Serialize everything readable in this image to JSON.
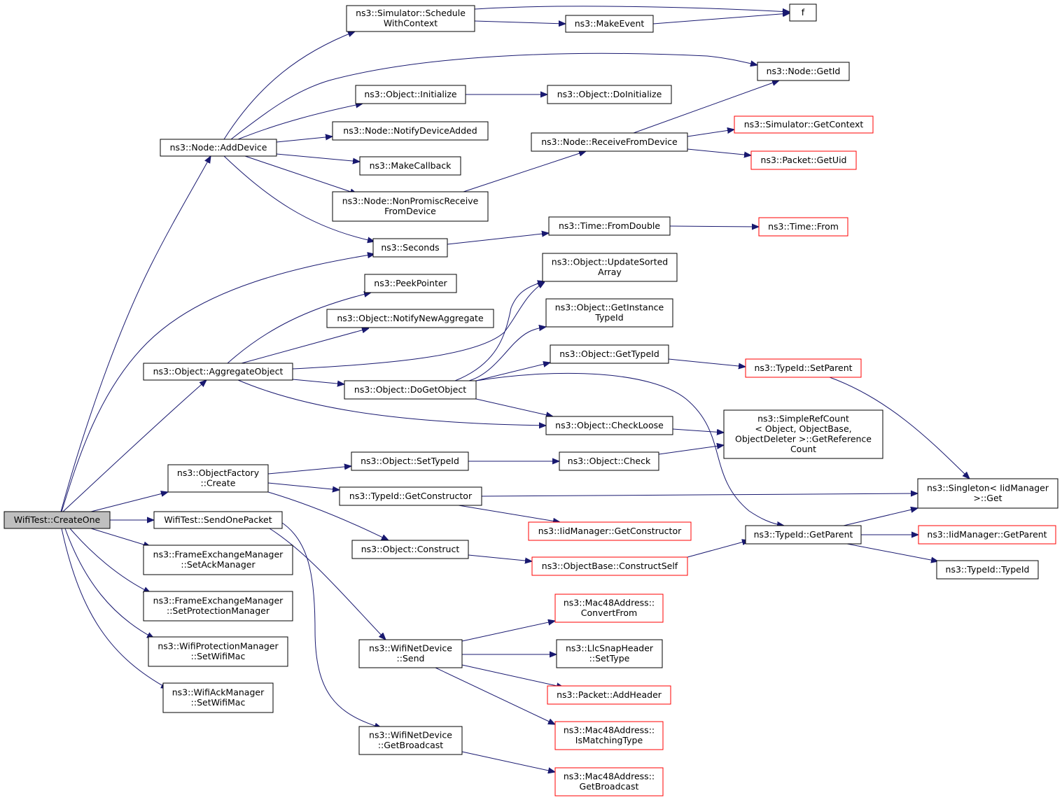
{
  "colors": {
    "edge": "#191970",
    "node_border": "#000000",
    "node_border_truncated": "#ff0000",
    "node_root_fill": "#bfbfbf",
    "node_fill": "#ffffff"
  },
  "nodes": [
    {
      "id": "root",
      "lines": [
        "WifiTest::CreateOne"
      ],
      "style": "root"
    },
    {
      "id": "add_device",
      "lines": [
        "ns3::Node::AddDevice"
      ],
      "style": "normal"
    },
    {
      "id": "aggregate_object",
      "lines": [
        "ns3::Object::AggregateObject"
      ],
      "style": "normal"
    },
    {
      "id": "object_factory_create",
      "lines": [
        "ns3::ObjectFactory",
        "::Create"
      ],
      "style": "normal"
    },
    {
      "id": "send_one_packet",
      "lines": [
        "WifiTest::SendOnePacket"
      ],
      "style": "normal"
    },
    {
      "id": "fem_set_ack",
      "lines": [
        "ns3::FrameExchangeManager",
        "::SetAckManager"
      ],
      "style": "normal"
    },
    {
      "id": "fem_set_prot",
      "lines": [
        "ns3::FrameExchangeManager",
        "::SetProtectionManager"
      ],
      "style": "normal"
    },
    {
      "id": "wpm_set_mac",
      "lines": [
        "ns3::WifiProtectionManager",
        "::SetWifiMac"
      ],
      "style": "normal"
    },
    {
      "id": "wam_set_mac",
      "lines": [
        "ns3::WifiAckManager",
        "::SetWifiMac"
      ],
      "style": "normal"
    },
    {
      "id": "schedule_ctx",
      "lines": [
        "ns3::Simulator::Schedule",
        "WithContext"
      ],
      "style": "normal"
    },
    {
      "id": "make_event",
      "lines": [
        "ns3::MakeEvent"
      ],
      "style": "normal"
    },
    {
      "id": "f",
      "lines": [
        "f"
      ],
      "style": "normal"
    },
    {
      "id": "node_get_id",
      "lines": [
        "ns3::Node::GetId"
      ],
      "style": "normal"
    },
    {
      "id": "obj_initialize",
      "lines": [
        "ns3::Object::Initialize"
      ],
      "style": "normal"
    },
    {
      "id": "obj_doinitialize",
      "lines": [
        "ns3::Object::DoInitialize"
      ],
      "style": "normal"
    },
    {
      "id": "notify_dev_added",
      "lines": [
        "ns3::Node::NotifyDeviceAdded"
      ],
      "style": "normal"
    },
    {
      "id": "make_callback",
      "lines": [
        "ns3::MakeCallback"
      ],
      "style": "normal"
    },
    {
      "id": "non_promisc",
      "lines": [
        "ns3::Node::NonPromiscReceive",
        "FromDevice"
      ],
      "style": "normal"
    },
    {
      "id": "receive_from_dev",
      "lines": [
        "ns3::Node::ReceiveFromDevice"
      ],
      "style": "normal"
    },
    {
      "id": "sim_get_context",
      "lines": [
        "ns3::Simulator::GetContext"
      ],
      "style": "truncated"
    },
    {
      "id": "packet_get_uid",
      "lines": [
        "ns3::Packet::GetUid"
      ],
      "style": "truncated"
    },
    {
      "id": "seconds",
      "lines": [
        "ns3::Seconds"
      ],
      "style": "normal"
    },
    {
      "id": "time_from_double",
      "lines": [
        "ns3::Time::FromDouble"
      ],
      "style": "normal"
    },
    {
      "id": "time_from",
      "lines": [
        "ns3::Time::From"
      ],
      "style": "truncated"
    },
    {
      "id": "peek_pointer",
      "lines": [
        "ns3::PeekPointer"
      ],
      "style": "normal"
    },
    {
      "id": "notify_new_agg",
      "lines": [
        "ns3::Object::NotifyNewAggregate"
      ],
      "style": "normal"
    },
    {
      "id": "update_sorted",
      "lines": [
        "ns3::Object::UpdateSorted",
        "Array"
      ],
      "style": "normal"
    },
    {
      "id": "get_instance_typeid",
      "lines": [
        "ns3::Object::GetInstance",
        "TypeId"
      ],
      "style": "normal"
    },
    {
      "id": "get_type_id",
      "lines": [
        "ns3::Object::GetTypeId"
      ],
      "style": "normal"
    },
    {
      "id": "typeid_set_parent",
      "lines": [
        "ns3::TypeId::SetParent"
      ],
      "style": "truncated"
    },
    {
      "id": "do_get_object",
      "lines": [
        "ns3::Object::DoGetObject"
      ],
      "style": "normal"
    },
    {
      "id": "check_loose",
      "lines": [
        "ns3::Object::CheckLoose"
      ],
      "style": "normal"
    },
    {
      "id": "simple_ref_count",
      "lines": [
        "ns3::SimpleRefCount",
        "< Object, ObjectBase,",
        " ObjectDeleter >::GetReference",
        "Count"
      ],
      "style": "normal"
    },
    {
      "id": "set_type_id",
      "lines": [
        "ns3::Object::SetTypeId"
      ],
      "style": "normal"
    },
    {
      "id": "obj_check",
      "lines": [
        "ns3::Object::Check"
      ],
      "style": "normal"
    },
    {
      "id": "get_constructor",
      "lines": [
        "ns3::TypeId::GetConstructor"
      ],
      "style": "normal"
    },
    {
      "id": "singleton_get",
      "lines": [
        "ns3::Singleton< IidManager",
        " >::Get"
      ],
      "style": "normal"
    },
    {
      "id": "iid_get_constructor",
      "lines": [
        "ns3::IidManager::GetConstructor"
      ],
      "style": "truncated"
    },
    {
      "id": "typeid_get_parent",
      "lines": [
        "ns3::TypeId::GetParent"
      ],
      "style": "normal"
    },
    {
      "id": "iid_get_parent",
      "lines": [
        "ns3::IidManager::GetParent"
      ],
      "style": "truncated"
    },
    {
      "id": "obj_construct",
      "lines": [
        "ns3::Object::Construct"
      ],
      "style": "normal"
    },
    {
      "id": "construct_self",
      "lines": [
        "ns3::ObjectBase::ConstructSelf"
      ],
      "style": "truncated"
    },
    {
      "id": "typeid_typeid",
      "lines": [
        "ns3::TypeId::TypeId"
      ],
      "style": "normal"
    },
    {
      "id": "mac48_convert_from",
      "lines": [
        "ns3::Mac48Address::",
        "ConvertFrom"
      ],
      "style": "truncated"
    },
    {
      "id": "llc_set_type",
      "lines": [
        "ns3::LlcSnapHeader",
        "::SetType"
      ],
      "style": "normal"
    },
    {
      "id": "packet_add_header",
      "lines": [
        "ns3::Packet::AddHeader"
      ],
      "style": "truncated"
    },
    {
      "id": "wifi_net_send",
      "lines": [
        "ns3::WifiNetDevice",
        "::Send"
      ],
      "style": "normal"
    },
    {
      "id": "mac48_is_matching",
      "lines": [
        "ns3::Mac48Address::",
        "IsMatchingType"
      ],
      "style": "truncated"
    },
    {
      "id": "wifi_get_broadcast",
      "lines": [
        "ns3::WifiNetDevice",
        "::GetBroadcast"
      ],
      "style": "normal"
    },
    {
      "id": "mac48_get_broadcast",
      "lines": [
        "ns3::Mac48Address::",
        "GetBroadcast"
      ],
      "style": "truncated"
    }
  ],
  "edges": [
    {
      "from": "root",
      "to": "add_device"
    },
    {
      "from": "root",
      "to": "seconds"
    },
    {
      "from": "root",
      "to": "aggregate_object"
    },
    {
      "from": "root",
      "to": "object_factory_create"
    },
    {
      "from": "root",
      "to": "send_one_packet"
    },
    {
      "from": "root",
      "to": "fem_set_ack"
    },
    {
      "from": "root",
      "to": "fem_set_prot"
    },
    {
      "from": "root",
      "to": "wpm_set_mac"
    },
    {
      "from": "root",
      "to": "wam_set_mac"
    },
    {
      "from": "add_device",
      "to": "schedule_ctx"
    },
    {
      "from": "add_device",
      "to": "node_get_id"
    },
    {
      "from": "add_device",
      "to": "obj_initialize"
    },
    {
      "from": "add_device",
      "to": "notify_dev_added"
    },
    {
      "from": "add_device",
      "to": "make_callback"
    },
    {
      "from": "add_device",
      "to": "non_promisc"
    },
    {
      "from": "add_device",
      "to": "seconds"
    },
    {
      "from": "schedule_ctx",
      "to": "f"
    },
    {
      "from": "schedule_ctx",
      "to": "make_event"
    },
    {
      "from": "make_event",
      "to": "f"
    },
    {
      "from": "obj_initialize",
      "to": "obj_doinitialize"
    },
    {
      "from": "non_promisc",
      "to": "receive_from_dev"
    },
    {
      "from": "receive_from_dev",
      "to": "node_get_id"
    },
    {
      "from": "receive_from_dev",
      "to": "sim_get_context"
    },
    {
      "from": "receive_from_dev",
      "to": "packet_get_uid"
    },
    {
      "from": "seconds",
      "to": "time_from_double"
    },
    {
      "from": "time_from_double",
      "to": "time_from"
    },
    {
      "from": "aggregate_object",
      "to": "peek_pointer"
    },
    {
      "from": "aggregate_object",
      "to": "notify_new_agg"
    },
    {
      "from": "aggregate_object",
      "to": "update_sorted"
    },
    {
      "from": "aggregate_object",
      "to": "do_get_object"
    },
    {
      "from": "aggregate_object",
      "to": "check_loose"
    },
    {
      "from": "do_get_object",
      "to": "update_sorted"
    },
    {
      "from": "do_get_object",
      "to": "get_instance_typeid"
    },
    {
      "from": "do_get_object",
      "to": "get_type_id"
    },
    {
      "from": "do_get_object",
      "to": "check_loose"
    },
    {
      "from": "do_get_object",
      "to": "typeid_get_parent"
    },
    {
      "from": "get_type_id",
      "to": "typeid_set_parent"
    },
    {
      "from": "typeid_set_parent",
      "to": "singleton_get"
    },
    {
      "from": "check_loose",
      "to": "simple_ref_count"
    },
    {
      "from": "object_factory_create",
      "to": "set_type_id"
    },
    {
      "from": "object_factory_create",
      "to": "get_constructor"
    },
    {
      "from": "object_factory_create",
      "to": "obj_construct"
    },
    {
      "from": "set_type_id",
      "to": "obj_check"
    },
    {
      "from": "obj_check",
      "to": "simple_ref_count"
    },
    {
      "from": "get_constructor",
      "to": "singleton_get"
    },
    {
      "from": "get_constructor",
      "to": "iid_get_constructor"
    },
    {
      "from": "obj_construct",
      "to": "construct_self"
    },
    {
      "from": "construct_self",
      "to": "typeid_get_parent"
    },
    {
      "from": "typeid_get_parent",
      "to": "singleton_get"
    },
    {
      "from": "typeid_get_parent",
      "to": "iid_get_parent"
    },
    {
      "from": "typeid_get_parent",
      "to": "typeid_typeid"
    },
    {
      "from": "send_one_packet",
      "to": "wifi_net_send"
    },
    {
      "from": "send_one_packet",
      "to": "wifi_get_broadcast"
    },
    {
      "from": "wifi_net_send",
      "to": "mac48_convert_from"
    },
    {
      "from": "wifi_net_send",
      "to": "llc_set_type"
    },
    {
      "from": "wifi_net_send",
      "to": "packet_add_header"
    },
    {
      "from": "wifi_net_send",
      "to": "mac48_is_matching"
    },
    {
      "from": "wifi_get_broadcast",
      "to": "mac48_get_broadcast"
    }
  ]
}
